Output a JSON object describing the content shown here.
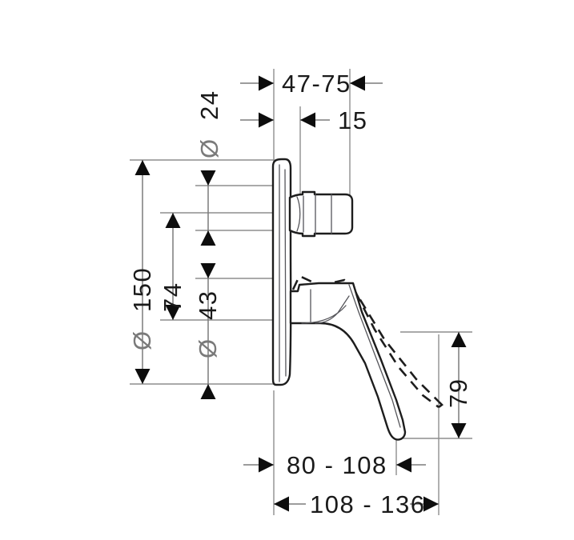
{
  "drawing": {
    "title": "Concealed single lever bath mixer - dimensioned side elevation",
    "units": "mm",
    "background_color": "#ffffff",
    "line_color": "#1d1d1d",
    "dimension_color": "#7b7b7b",
    "text_color": "#1a1a1a",
    "diameter_symbol": "Ø"
  },
  "dimensions": {
    "top_outer": {
      "label": "47-75",
      "orientation": "horizontal",
      "name": "depth-47-75"
    },
    "top_inner": {
      "label": "15",
      "orientation": "horizontal",
      "name": "depth-15"
    },
    "left_outer": {
      "label": "150",
      "symbol": "Ø",
      "orientation": "vertical",
      "name": "diameter-150"
    },
    "left_middle": {
      "label": "74",
      "symbol": "",
      "orientation": "vertical",
      "name": "height-74"
    },
    "left_inner": {
      "label": "43",
      "symbol": "Ø",
      "orientation": "vertical",
      "name": "diameter-43"
    },
    "top_small": {
      "label": "24",
      "symbol": "Ø",
      "orientation": "vertical",
      "name": "diameter-24"
    },
    "right_vertical": {
      "label": "79",
      "orientation": "vertical",
      "name": "height-79"
    },
    "bottom_inner": {
      "label": "80 - 108",
      "orientation": "horizontal",
      "name": "projection-80-108"
    },
    "bottom_outer": {
      "label": "108 - 136",
      "orientation": "horizontal",
      "name": "projection-108-136"
    }
  },
  "parts": {
    "escutcheon": "faceplate-escutcheon",
    "diverter": "diverter-knob",
    "lever": "lever-handle",
    "lever_raised": "lever-handle-raised-outline"
  }
}
